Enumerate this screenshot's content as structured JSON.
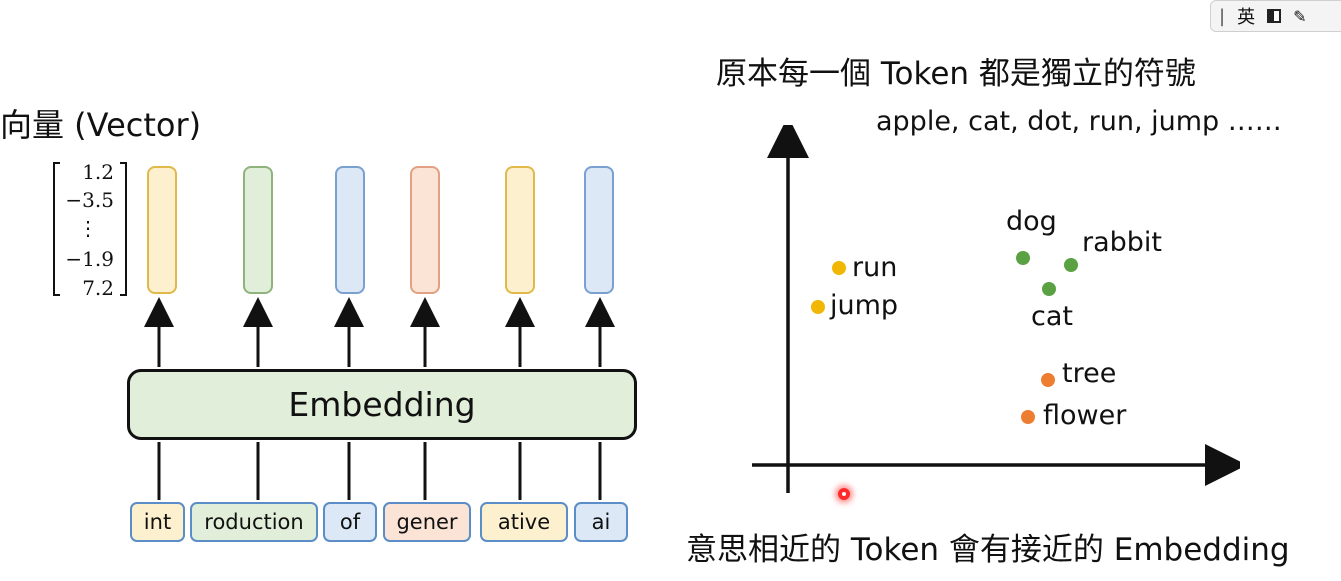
{
  "left": {
    "title": "向量 (Vector)",
    "vector": [
      "1.2",
      "−3.5",
      "⋮",
      "−1.9",
      "7.2"
    ],
    "embedding_label": "Embedding",
    "tokens": [
      {
        "text": "int",
        "fill": "#fcf0cf",
        "border": "#5b8ec7"
      },
      {
        "text": "roduction",
        "fill": "#e1eed9",
        "border": "#5b8ec7"
      },
      {
        "text": "of",
        "fill": "#dde8f6",
        "border": "#5b8ec7"
      },
      {
        "text": "gener",
        "fill": "#fbe3d6",
        "border": "#5b8ec7"
      },
      {
        "text": "ative",
        "fill": "#fcf0cf",
        "border": "#5b8ec7"
      },
      {
        "text": "ai",
        "fill": "#dde8f6",
        "border": "#5b8ec7"
      }
    ],
    "bar_colors": [
      {
        "fill": "#fcf0cf",
        "border": "#e0b94a"
      },
      {
        "fill": "#e1eed9",
        "border": "#8fb37c"
      },
      {
        "fill": "#dde8f6",
        "border": "#7aa0d0"
      },
      {
        "fill": "#fbe3d6",
        "border": "#e2a183"
      },
      {
        "fill": "#fcf0cf",
        "border": "#e0b94a"
      },
      {
        "fill": "#dde8f6",
        "border": "#7aa0d0"
      }
    ]
  },
  "right": {
    "title": "原本每一個 Token 都是獨立的符號",
    "examples": "apple, cat, dot, run, jump ……",
    "points": [
      {
        "label": "run",
        "color": "#f2b705"
      },
      {
        "label": "jump",
        "color": "#f2b705"
      },
      {
        "label": "dog",
        "color": "#5aa143"
      },
      {
        "label": "rabbit",
        "color": "#5aa143"
      },
      {
        "label": "cat",
        "color": "#5aa143"
      },
      {
        "label": "tree",
        "color": "#ed7d31"
      },
      {
        "label": "flower",
        "color": "#ed7d31"
      }
    ],
    "caption": "意思相近的 Token 會有接近的 Embedding"
  },
  "ime_bar": {
    "mode": "英",
    "icons": [
      "separator-icon",
      "half-width-icon",
      "settings-tool-icon"
    ]
  }
}
